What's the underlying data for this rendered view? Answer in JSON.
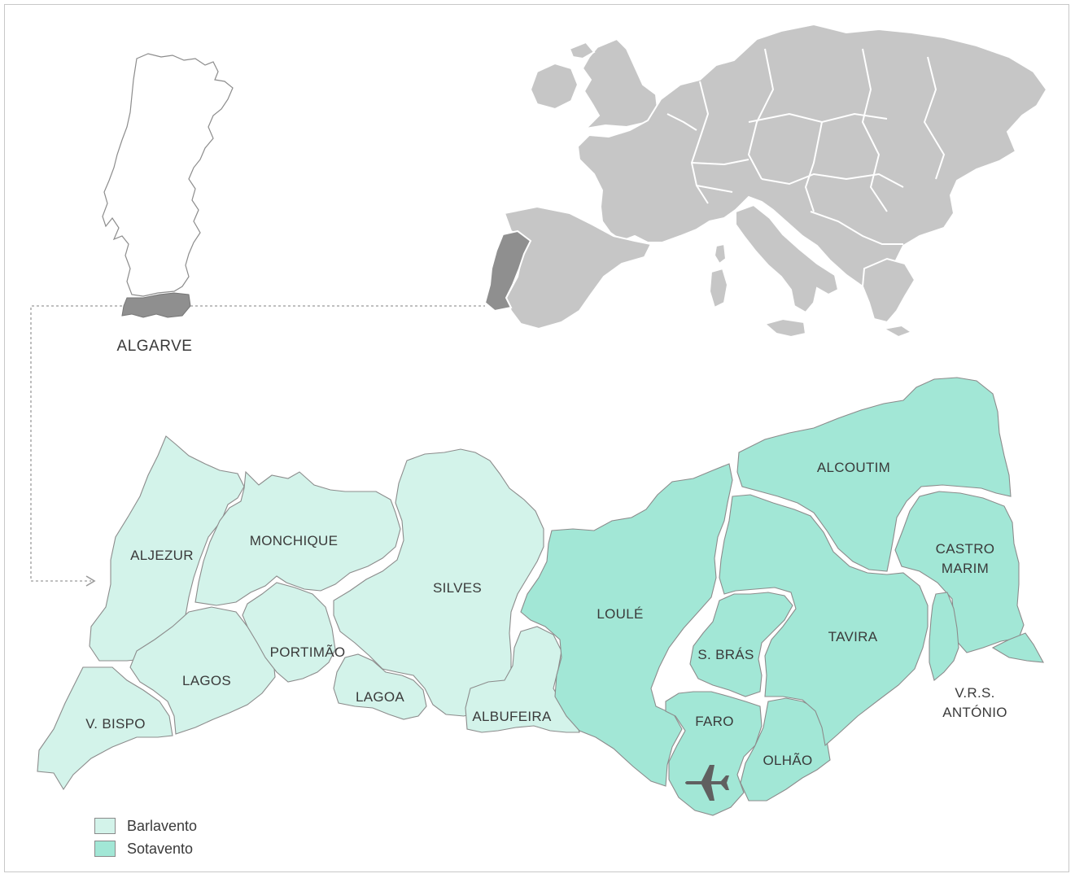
{
  "colors": {
    "barlavento": "#d3f3ea",
    "sotavento": "#a2e7d6",
    "europe_land": "#c6c6c6",
    "portugal_highlight": "#8f8f8f",
    "region_stroke": "#8c8c8c",
    "connector": "#999999"
  },
  "inset": {
    "caption": "ALGARVE"
  },
  "municipalities": {
    "aljezur": "ALJEZUR",
    "monchique": "MONCHIQUE",
    "silves": "SILVES",
    "loule": "LOULÉ",
    "alcoutim": "ALCOUTIM",
    "castro_marim_1": "CASTRO",
    "castro_marim_2": "MARIM",
    "lagos": "LAGOS",
    "portimao": "PORTIMÃO",
    "lagoa": "LAGOA",
    "albufeira": "ALBUFEIRA",
    "s_bras": "S. BRÁS",
    "tavira": "TAVIRA",
    "faro": "FARO",
    "olhao": "OLHÃO",
    "vila_do_bispo": "V. BISPO",
    "vrs_antonio_1": "V.R.S.",
    "vrs_antonio_2": "ANTÓNIO"
  },
  "icons": {
    "airport": "airplane-icon"
  },
  "legend": {
    "barlavento": "Barlavento",
    "sotavento": "Sotavento"
  }
}
